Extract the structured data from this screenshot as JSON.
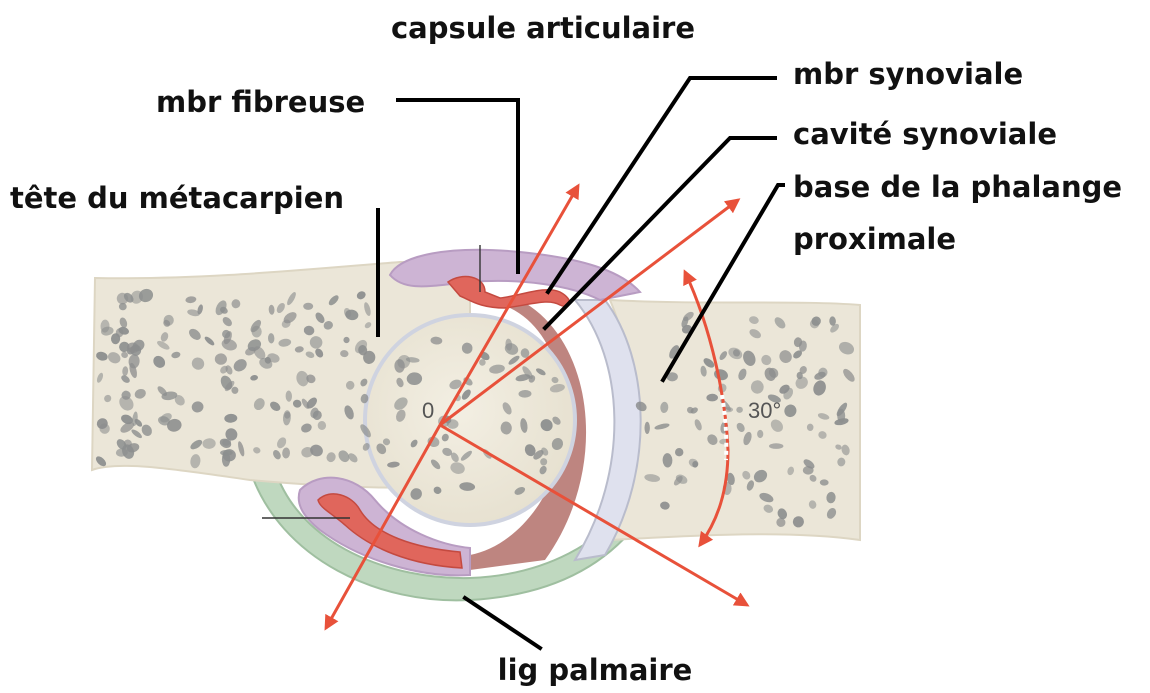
{
  "labels": {
    "capsule": "capsule articulaire",
    "mbr_fibreuse": "mbr fibreuse",
    "mbr_synoviale": "mbr synoviale",
    "cavite_synoviale": "cavité synoviale",
    "tete_metacarpien": "tête du métacarpien",
    "base_phalange_line1": "base de la phalange",
    "base_phalange_line2": "proximale",
    "lig_palmaire": "lig palmaire"
  },
  "markers": {
    "origin": "0",
    "angle": "30°"
  },
  "colors": {
    "bone": "#ebe6d8",
    "bone_edge": "#d9d3c1",
    "pores": "#8c8e8e",
    "capsule_purple": "#cdb4d4",
    "synovial_red": "#e0665c",
    "cavity_dark": "#b3706a",
    "cartilage": "#dfe1ee",
    "palmar_ligament": "#bfd8bf",
    "axis_red": "#e8513a",
    "text": "#111111"
  }
}
